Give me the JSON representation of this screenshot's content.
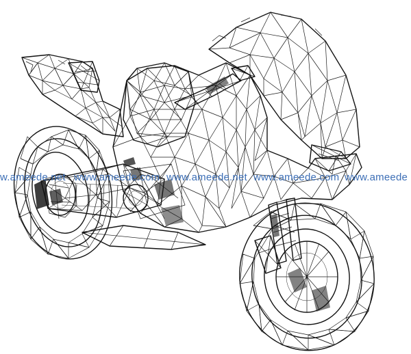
{
  "image": {
    "subject": "motorcycle-wireframe",
    "line_color": "#1a1a1a",
    "background": "#ffffff"
  },
  "watermark": {
    "color": "#3d6fb6",
    "items": [
      "w.ameede.net",
      "www.ameede.com",
      "www.ameede.net",
      "www.ameede.com",
      "www.ameede"
    ]
  }
}
